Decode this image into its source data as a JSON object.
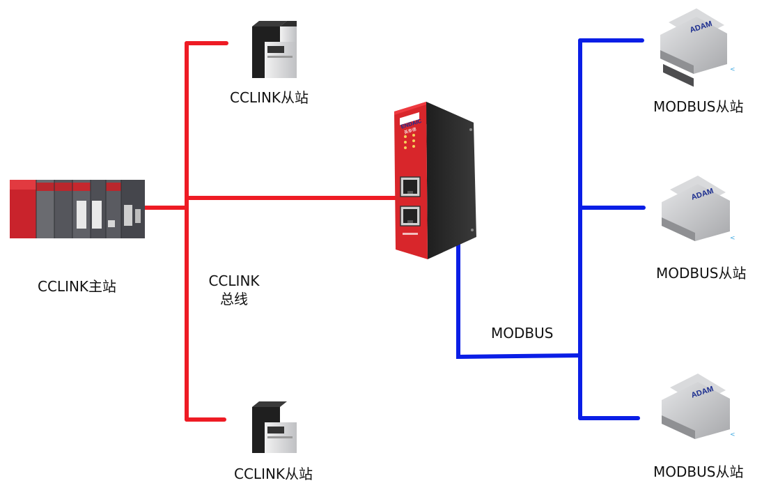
{
  "labels": {
    "master": "CCLINK主站",
    "bus_line1": "CCLINK",
    "bus_line2": "总线",
    "cc_slave_top": "CCLINK从站",
    "cc_slave_bottom": "CCLINK从站",
    "modbus_bus": "MODBUS",
    "modbus_slave_1": "MODBUS从站",
    "modbus_slave_2": "MODBUS从站",
    "modbus_slave_3": "MODBUS从站"
  },
  "gateway": {
    "brand": "ENDAIC",
    "sub_brand": "英泰德"
  },
  "modbus_device_brand": "ADAM",
  "colors": {
    "cclink_bus": "#ee1b24",
    "modbus_bus": "#0a1ee6",
    "gateway_red": "#d8262b",
    "gateway_body": "#2b2b2b",
    "plc_red": "#c9232c",
    "plc_gray": "#55565c",
    "module_gray": "#c9cacc"
  }
}
